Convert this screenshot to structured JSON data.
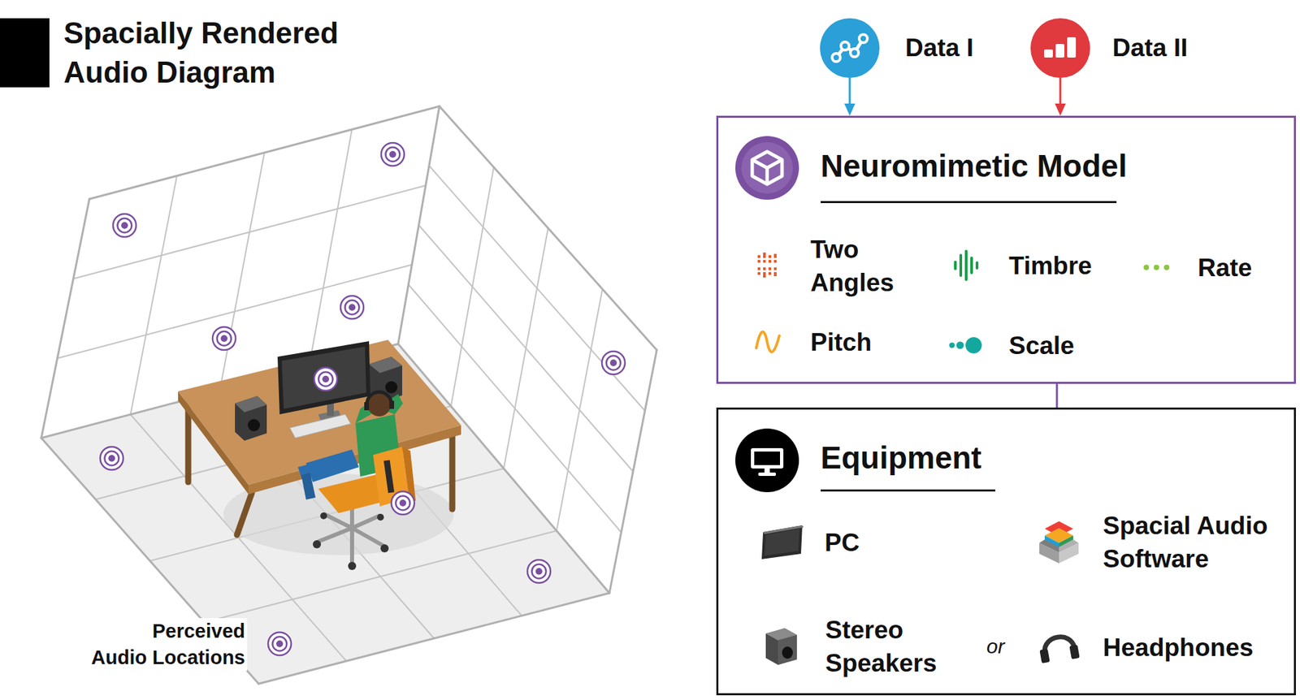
{
  "diagram": {
    "title": "Spacially Rendered Audio Diagram",
    "nodes": [
      {
        "text": [
          "Data I"
        ]
      },
      {
        "text": [
          "Data II"
        ]
      },
      {
        "text": [
          "Neuromimetic Model"
        ]
      },
      {
        "text": [
          "Two Angles"
        ],
        "in": 2
      },
      {
        "text": [
          "Timbre"
        ],
        "in": 2
      },
      {
        "text": [
          "Rate"
        ],
        "in": 2
      },
      {
        "text": [
          "Pitch"
        ],
        "in": 2
      },
      {
        "text": [
          "Scale"
        ],
        "in": 2
      },
      {
        "text": [
          "Equipment"
        ]
      },
      {
        "text": [
          "PC"
        ],
        "in": 8
      },
      {
        "text": [
          "Spacial Audio Software"
        ],
        "in": 8
      },
      {
        "text": [
          "Stereo Speakers"
        ],
        "in": 8
      },
      {
        "text": [
          "Headphones"
        ],
        "in": 8
      }
    ],
    "edges": [
      {
        "from": 0,
        "to": 2,
        "arrow": "to"
      },
      {
        "from": 1,
        "to": 2,
        "arrow": "to"
      },
      {
        "from": 2,
        "to": 10,
        "arrow": "to"
      }
    ],
    "labels": [
      "Perceived Audio Locations",
      "or"
    ]
  }
}
